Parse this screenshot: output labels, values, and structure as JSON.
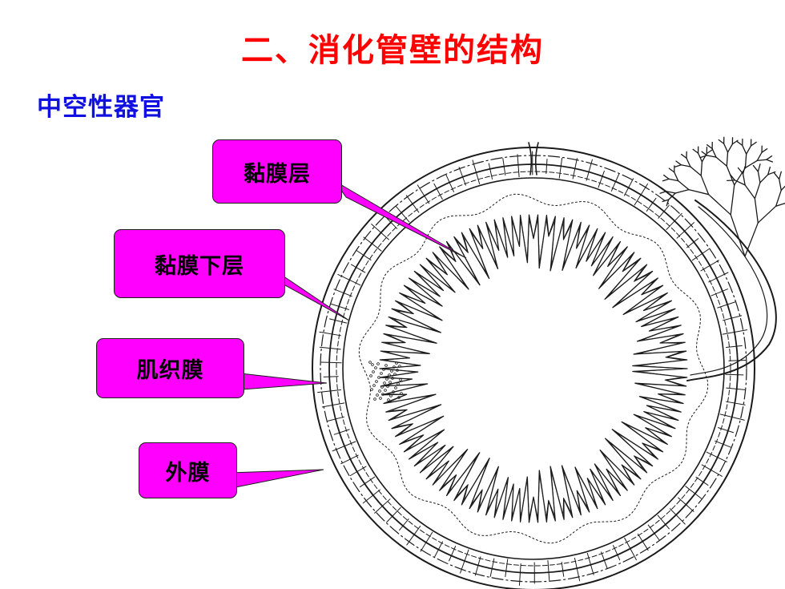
{
  "title": "二、消化管壁的结构",
  "subtitle": "中空性器官",
  "labels": [
    {
      "id": "mucosa",
      "text": "黏膜层"
    },
    {
      "id": "submucosa",
      "text": "黏膜下层"
    },
    {
      "id": "muscularis",
      "text": "肌织膜"
    },
    {
      "id": "adventitia",
      "text": "外膜"
    }
  ],
  "colors": {
    "title": "#ff0000",
    "subtitle": "#1010e0",
    "label_fill": "#ff00ff",
    "label_border": "#202020",
    "line_art": "#1a1a1a"
  }
}
